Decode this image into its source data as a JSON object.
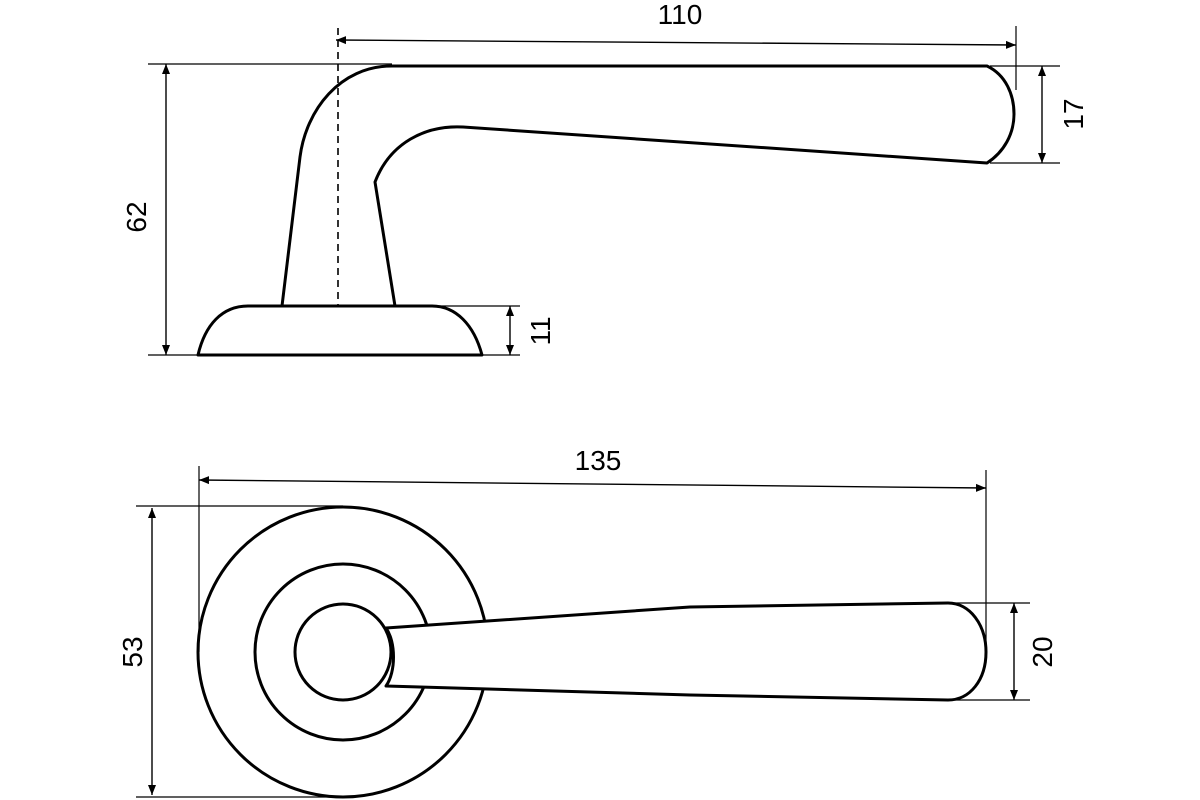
{
  "dimensions": {
    "side_view": {
      "lever_length": "110",
      "lever_tip_height": "17",
      "total_height": "62",
      "rose_height": "11"
    },
    "top_view": {
      "total_length": "135",
      "rose_diameter": "53",
      "lever_end_width": "20"
    }
  },
  "colors": {
    "line": "#000000",
    "background": "#ffffff"
  }
}
